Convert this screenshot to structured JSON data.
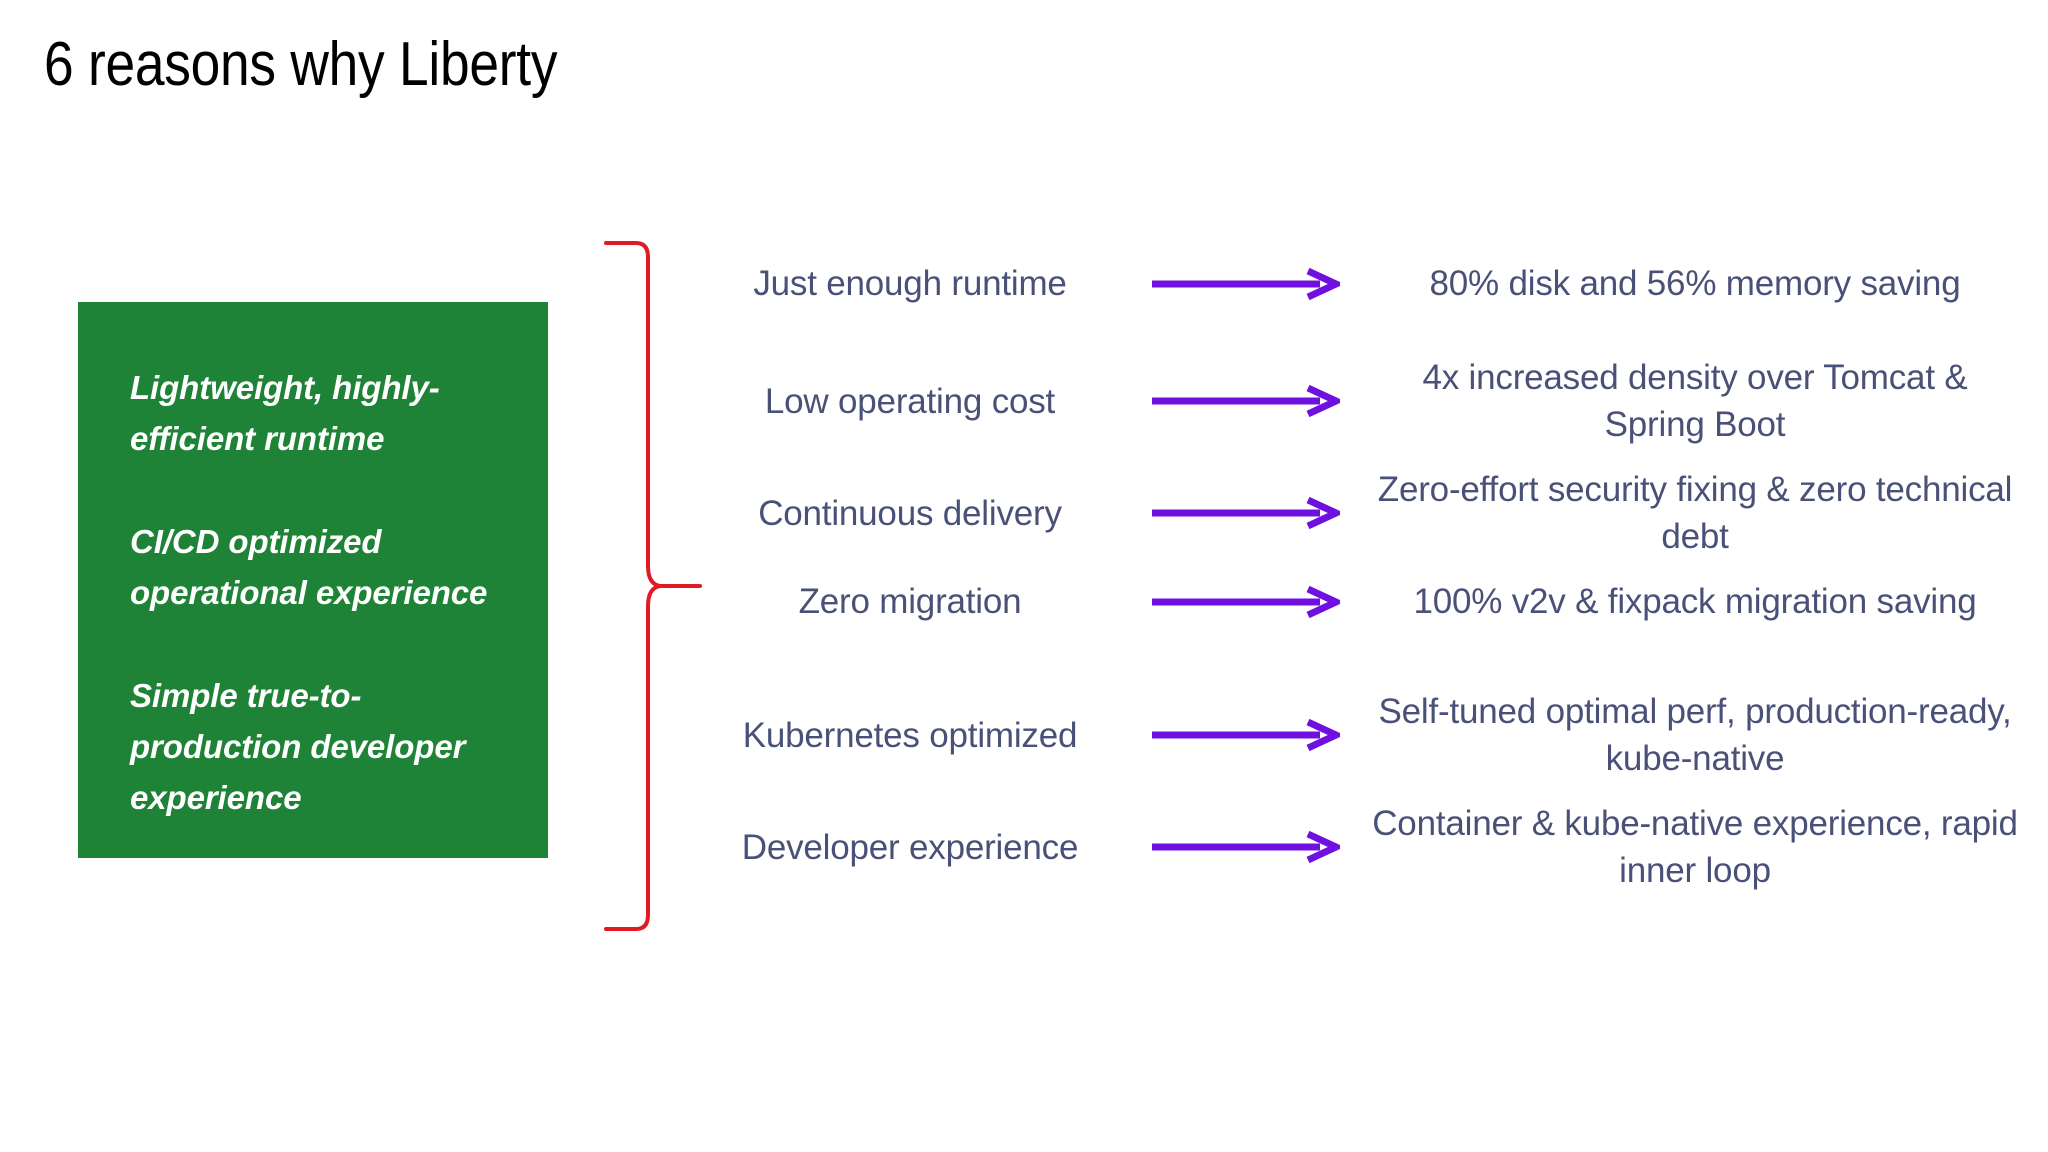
{
  "slide": {
    "title": "6 reasons why Liberty",
    "background_color": "#FFFFFF"
  },
  "green_panel": {
    "background_color": "#1E8237",
    "text_color": "#FFFFFF",
    "paragraphs": [
      "Lightweight, highly-efficient runtime",
      "CI/CD optimized operational experience",
      "Simple true-to-production developer experience"
    ]
  },
  "brace": {
    "color": "#E01B24",
    "orientation": "right-pointing",
    "name": "curly-brace"
  },
  "arrow": {
    "color": "#7010E0",
    "name": "right-arrow"
  },
  "rows": {
    "reason_color": "#4A5178",
    "benefit_color": "#4A5178",
    "items": [
      {
        "reason": "Just enough runtime",
        "benefit": "80% disk and 56% memory saving"
      },
      {
        "reason": "Low operating cost",
        "benefit": "4x increased density over Tomcat & Spring Boot"
      },
      {
        "reason": "Continuous delivery",
        "benefit": "Zero-effort security fixing & zero technical debt"
      },
      {
        "reason": "Zero migration",
        "benefit": "100% v2v & fixpack migration saving"
      },
      {
        "reason": "Kubernetes optimized",
        "benefit": "Self-tuned optimal perf, production-ready, kube-native"
      },
      {
        "reason": "Developer experience",
        "benefit": "Container & kube-native experience, rapid inner loop"
      }
    ]
  }
}
